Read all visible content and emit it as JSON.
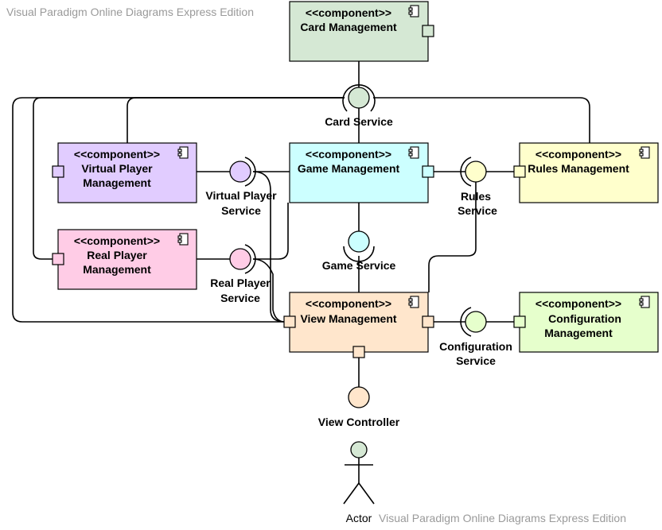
{
  "watermark": {
    "top": "Visual Paradigm Online Diagrams Express Edition",
    "bottom": "Visual Paradigm Online Diagrams Express Edition"
  },
  "stereotype": "<<component>>",
  "components": {
    "card": {
      "line1": "Card Management",
      "line2": "",
      "color": "#d5e8d4"
    },
    "game": {
      "line1": "Game Management",
      "line2": "",
      "color": "#ccffff"
    },
    "virtual": {
      "line1": "Virtual Player",
      "line2": "Management",
      "color": "#e1ccff"
    },
    "real": {
      "line1": "Real Player",
      "line2": "Management",
      "color": "#ffcce6"
    },
    "rules": {
      "line1": "Rules Management",
      "line2": "",
      "color": "#ffffcc"
    },
    "view": {
      "line1": "View Management",
      "line2": "",
      "color": "#ffe6cc"
    },
    "config": {
      "line1": "Configuration",
      "line2": "Management",
      "color": "#e6ffcc"
    }
  },
  "interfaces": {
    "card": {
      "line1": "Card Service",
      "line2": "",
      "color": "#d5e8d4"
    },
    "virtual": {
      "line1": "Virtual Player",
      "line2": "Service",
      "color": "#e1ccff"
    },
    "real": {
      "line1": "Real Player",
      "line2": "Service",
      "color": "#ffcce6"
    },
    "game": {
      "line1": "Game Service",
      "line2": "",
      "color": "#ccffff"
    },
    "rules": {
      "line1": "Rules",
      "line2": "Service",
      "color": "#ffffcc"
    },
    "config": {
      "line1": "Configuration",
      "line2": "Service",
      "color": "#e6ffcc"
    },
    "viewctl": {
      "line1": "View Controller",
      "line2": "",
      "color": "#ffe6cc"
    }
  },
  "actor": {
    "label": "Actor",
    "color": "#d5e8d4"
  }
}
